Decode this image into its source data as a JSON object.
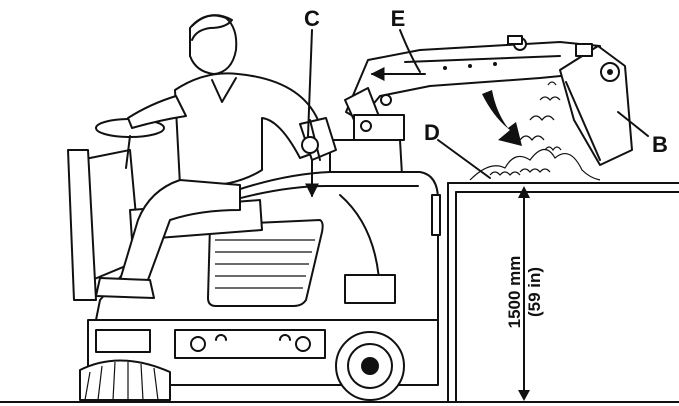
{
  "callouts": {
    "b": "B",
    "c": "C",
    "d": "D",
    "e": "E"
  },
  "dimension": {
    "metric": "1500 mm",
    "imperial": "(59 in)"
  }
}
